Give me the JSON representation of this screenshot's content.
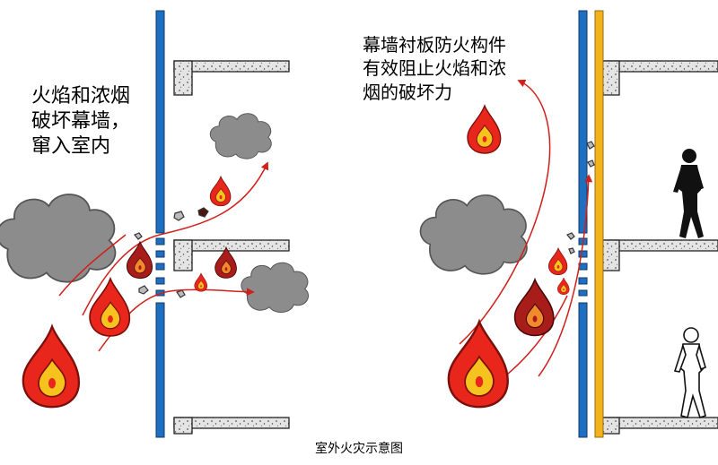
{
  "left_panel": {
    "caption_lines": [
      "火焰和浓烟",
      "破坏幕墙，",
      "窜入室内"
    ]
  },
  "right_panel": {
    "caption_lines": [
      "幕墙衬板防火构件",
      "有效阻止火焰和浓",
      "烟的破坏力"
    ]
  },
  "figure_caption": "室外火灾示意图",
  "colors": {
    "curtain_wall": "#1f6fc0",
    "fire_barrier": "#f2b21b",
    "flame_red": "#e8261c",
    "flame_core": "#f6c21e",
    "smoke": "#8c8c8c",
    "arrow": "#d0201c",
    "concrete": "#e2e2e2"
  }
}
